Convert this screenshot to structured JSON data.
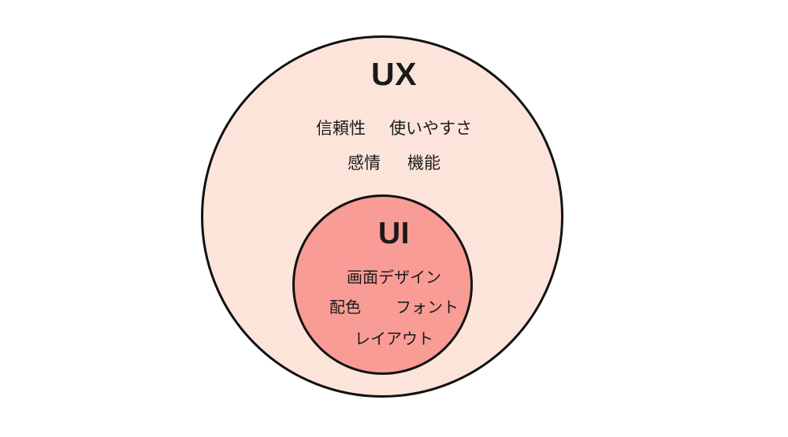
{
  "diagram": {
    "type": "venn-nested-circles",
    "background_color": "#ffffff",
    "stroke_color": "#111111",
    "outer": {
      "label": "UX",
      "fill_color": "#fce4da",
      "keywords_row1": [
        "信頼性",
        "使いやすさ"
      ],
      "keywords_row2": [
        "感情",
        "機能"
      ]
    },
    "inner": {
      "label": "UI",
      "fill_color": "#f89c95",
      "keywords_row1": [
        "画面デザイン"
      ],
      "keywords_row2": [
        "配色",
        "フォント"
      ],
      "keywords_row3": [
        "レイアウト"
      ]
    }
  }
}
